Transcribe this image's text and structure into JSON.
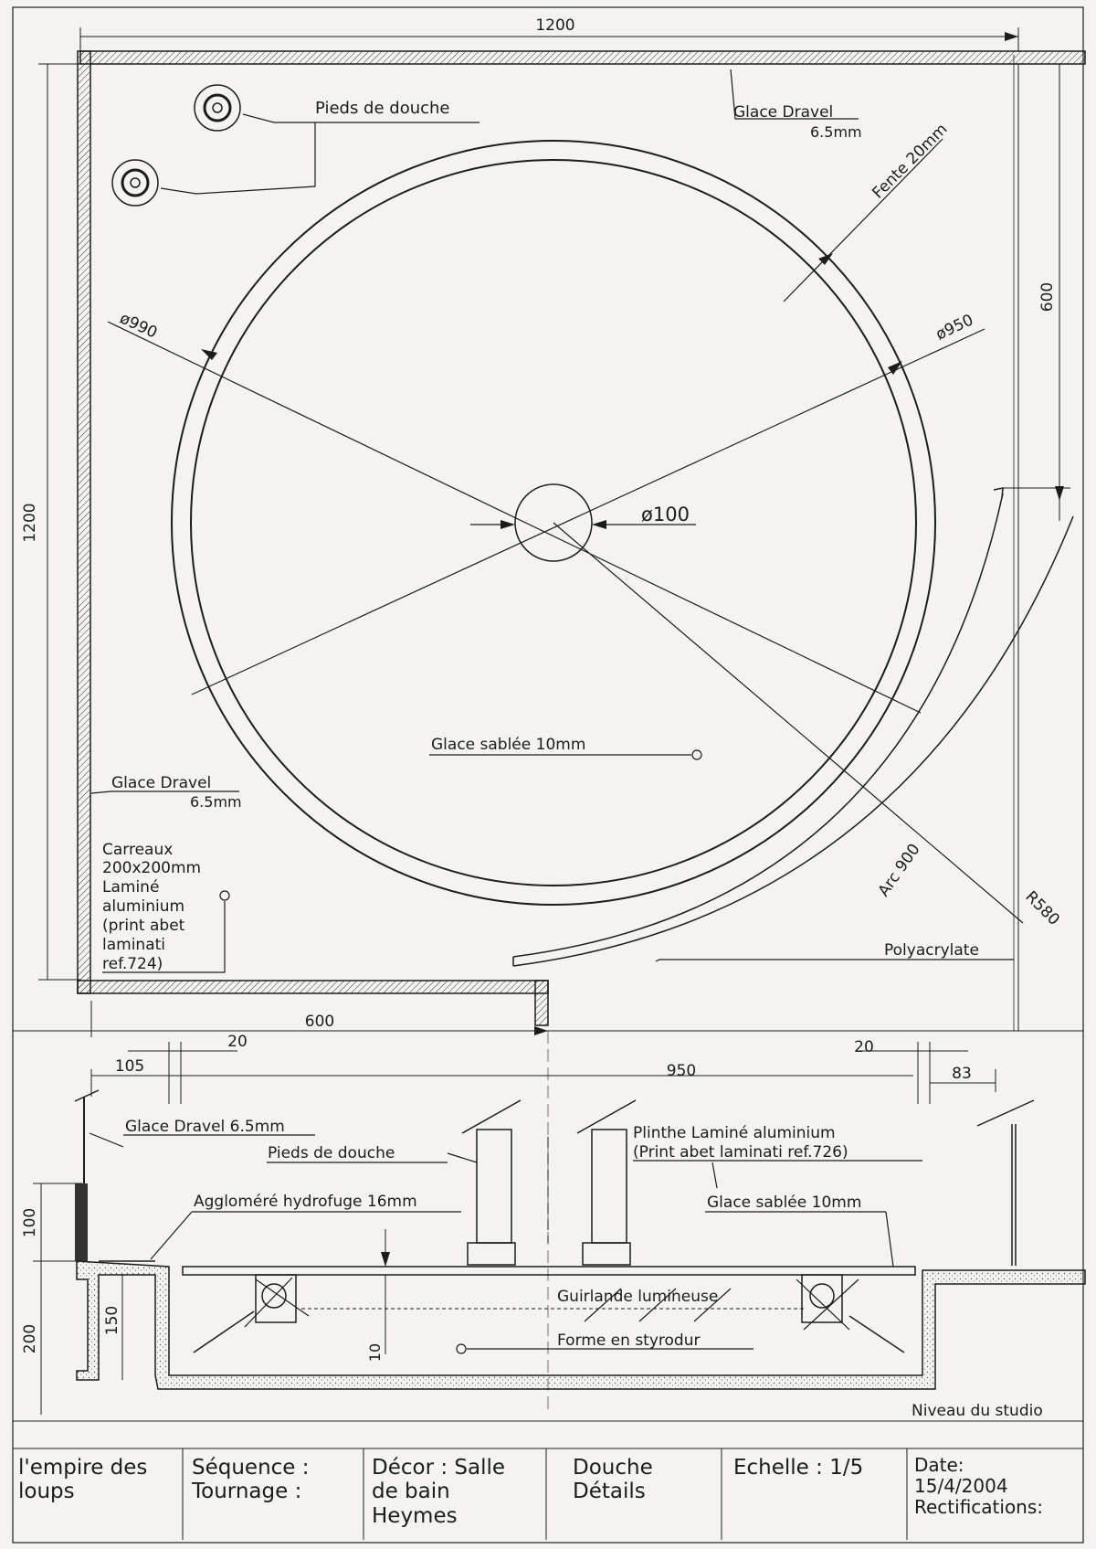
{
  "plan": {
    "dims": {
      "top_width": "1200",
      "left_height": "1200",
      "right_height": "600",
      "bottom_width": "600"
    },
    "labels": {
      "pieds_de_douche": "Pieds de douche",
      "glace_dravel_top": "Glace Dravel",
      "glace_dravel_top_thickness": "6.5mm",
      "fente": "Fente 20mm",
      "d990": "ø990",
      "d950": "ø950",
      "d100": "ø100",
      "glace_sablee": "Glace sablée 10mm",
      "glace_dravel_left": "Glace Dravel",
      "glace_dravel_left_thickness": "6.5mm",
      "carreaux": [
        "Carreaux",
        "200x200mm",
        "Laminé",
        "aluminium",
        "(print abet",
        "laminati",
        "ref.724)"
      ],
      "arc": "Arc 900",
      "r580": "R580",
      "polyacrylate": "Polyacrylate"
    }
  },
  "section": {
    "dims": {
      "d105": "105",
      "d20_left": "20",
      "d950": "950",
      "d20_right": "20",
      "d83": "83",
      "d100": "100",
      "d200": "200",
      "d150": "150",
      "d10": "10"
    },
    "labels": {
      "glace_dravel": "Glace Dravel 6.5mm",
      "pieds_de_douche": "Pieds de douche",
      "plinthe_1": "Plinthe Laminé aluminium",
      "plinthe_2": "(Print abet laminati ref.726)",
      "agglomere": "Aggloméré hydrofuge 16mm",
      "glace_sablee": "Glace sablée 10mm",
      "guirlande": "Guirlande lumineuse",
      "forme": "Forme en styrodur",
      "niveau": "Niveau du studio"
    }
  },
  "title_block": {
    "film": [
      "l'empire des",
      "loups"
    ],
    "sequence_label": "Séquence :",
    "tournage_label": "Tournage :",
    "decor": [
      "Décor : Salle",
      "de bain",
      "Heymes"
    ],
    "subject": [
      "Douche",
      "Détails"
    ],
    "scale": "Echelle : 1/5",
    "date_label": "Date:",
    "date_value": "15/4/2004",
    "rectifications": "Rectifications:"
  }
}
